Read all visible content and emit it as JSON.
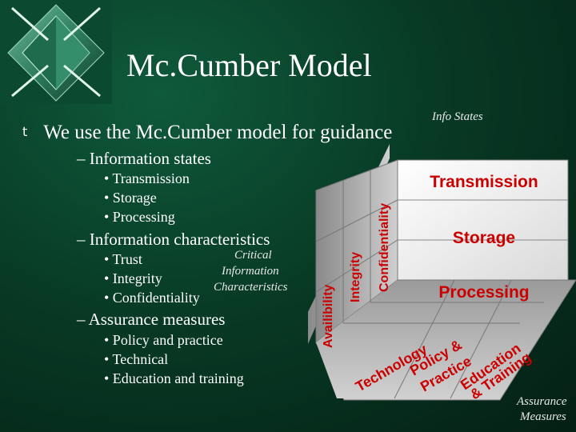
{
  "title": "Mc.Cumber Model",
  "main_bullet": {
    "marker": "t",
    "text": "We use the Mc.Cumber model for guidance"
  },
  "sections": [
    {
      "label": "– Information states",
      "items": [
        "• Transmission",
        "• Storage",
        "• Processing"
      ]
    },
    {
      "label": "– Information characteristics",
      "items": [
        "• Trust",
        "• Integrity",
        "• Confidentiality"
      ]
    },
    {
      "label": "– Assurance measures",
      "items": [
        "• Policy and practice",
        "• Technical",
        "• Education and training"
      ]
    }
  ],
  "notes": {
    "critical_line1": "Critical",
    "critical_line2": "Information",
    "critical_line3": "Characteristics",
    "info_states": "Info States",
    "assurance_line1": "Assurance",
    "assurance_line2": "Measures"
  },
  "cube": {
    "states": [
      "Transmission",
      "Storage",
      "Processing"
    ],
    "characteristics": [
      "Availibility",
      "Integrity",
      "Confidentiality"
    ],
    "measures_line1": [
      "Policy &",
      "Education"
    ],
    "measures_line2": [
      "Technology",
      "Practice",
      "& Training"
    ]
  },
  "colors": {
    "background": "#083b26",
    "cube_label": "#cc0000",
    "text": "#ffffff"
  }
}
